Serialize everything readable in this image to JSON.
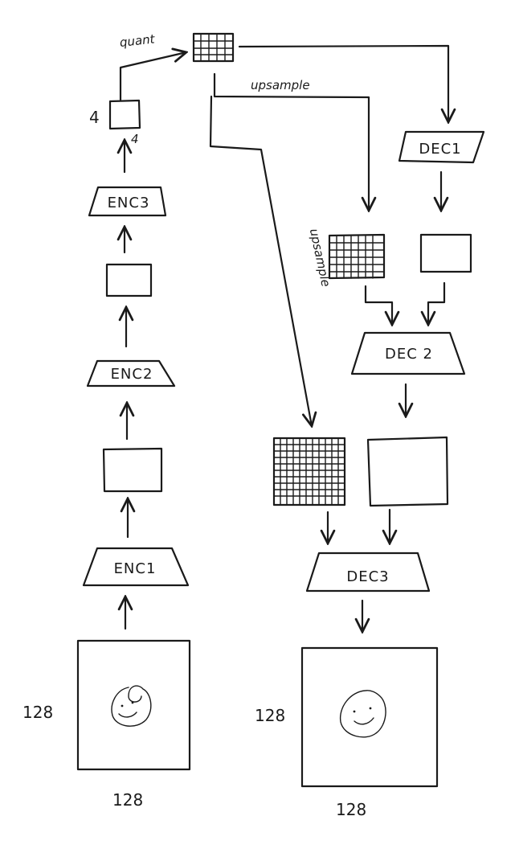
{
  "encoder": {
    "blocks": [
      "ENC1",
      "ENC2",
      "ENC3"
    ],
    "input_height_label": "128",
    "input_width_label": "128",
    "latent_height_label": "4",
    "latent_width_label": "4",
    "quant_label": "quant"
  },
  "decoder": {
    "blocks": [
      "DEC1",
      "DEC 2",
      "DEC3"
    ],
    "output_height_label": "128",
    "output_width_label": "128",
    "upsample_labels": [
      "upsample",
      "upsample"
    ]
  },
  "icons": {
    "input_face": "smiley-face-icon",
    "output_face": "smiley-face-icon",
    "grid": "grid-icon"
  }
}
